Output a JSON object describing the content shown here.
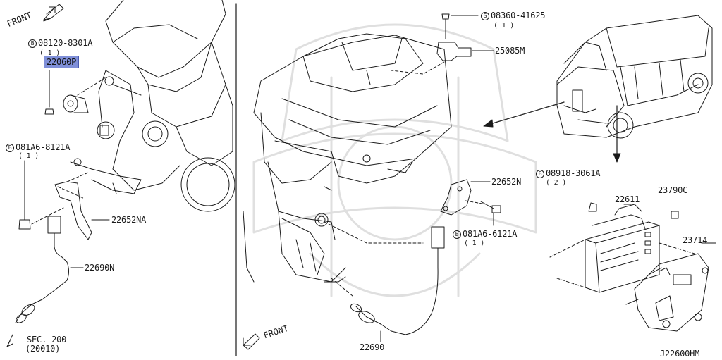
{
  "diagram_code": "J22600HM",
  "left_panel": {
    "front_label": "FRONT",
    "bolt_1": {
      "symbol": "B",
      "part_no": "08120-8301A",
      "qty": "( 1 )"
    },
    "highlight_part": "22060P",
    "bolt_2": {
      "symbol": "B",
      "part_no": "081A6-8121A",
      "qty": "( 1 )"
    },
    "bracket_part": "22652NA",
    "sensor_part": "22690N",
    "sec_ref": {
      "line1": "SEC. 200",
      "line2": "(20010)"
    }
  },
  "main_panel": {
    "front_label": "FRONT",
    "screw": {
      "symbol": "S",
      "part_no": "08360-41625",
      "qty": "( 1 )"
    },
    "sensor_part": "25085M",
    "bracket_part": "22652N",
    "bolt": {
      "symbol": "B",
      "part_no": "081A6-6121A",
      "qty": "( 1 )"
    },
    "o2_sensor_part": "22690",
    "ecm_bolt": {
      "symbol": "B",
      "part_no": "08918-3061A",
      "qty": "( 2 )"
    },
    "ecm_part": "22611",
    "nut_part": "23790C",
    "ecm_bracket_part": "23714"
  }
}
